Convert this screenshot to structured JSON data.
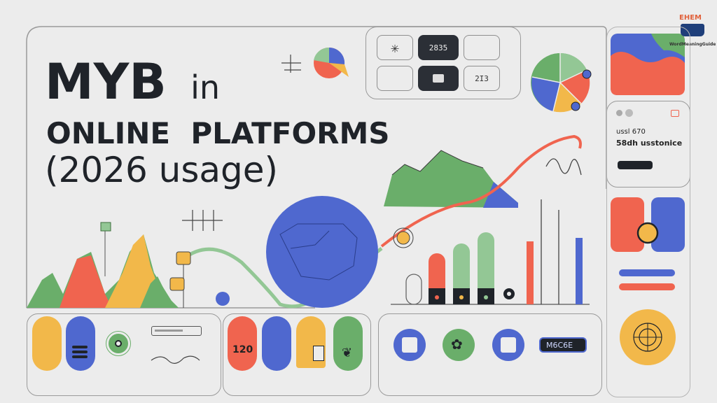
{
  "title": {
    "line1": "MYB",
    "line1b": "in",
    "line2": "ONLINE  PLATFORMS",
    "line3": "(2026 usage)"
  },
  "logo": {
    "brand_text": "WordMeaningGuide",
    "mark_text": "EHEM"
  },
  "widgets": {
    "grid_cell_a": "2835",
    "grid_cell_b": "2I3",
    "card_line1": "ussl 670",
    "card_line2": "58dh usstonice",
    "counter_value": "120",
    "tag_label": "M6C6E"
  },
  "colors": {
    "blue": "#4f68cf",
    "green": "#6aae6a",
    "orange": "#f0644f",
    "yellow": "#f2b84a",
    "light_green": "#93c795",
    "dark": "#1f2329",
    "outline": "#9a9a9a",
    "background": "#ececec"
  },
  "icons": [
    "asterisk-icon",
    "hamburger-icon",
    "target-icon",
    "document-icon",
    "leaf-icon",
    "image-icon",
    "gear-icon",
    "crosshair-icon"
  ]
}
